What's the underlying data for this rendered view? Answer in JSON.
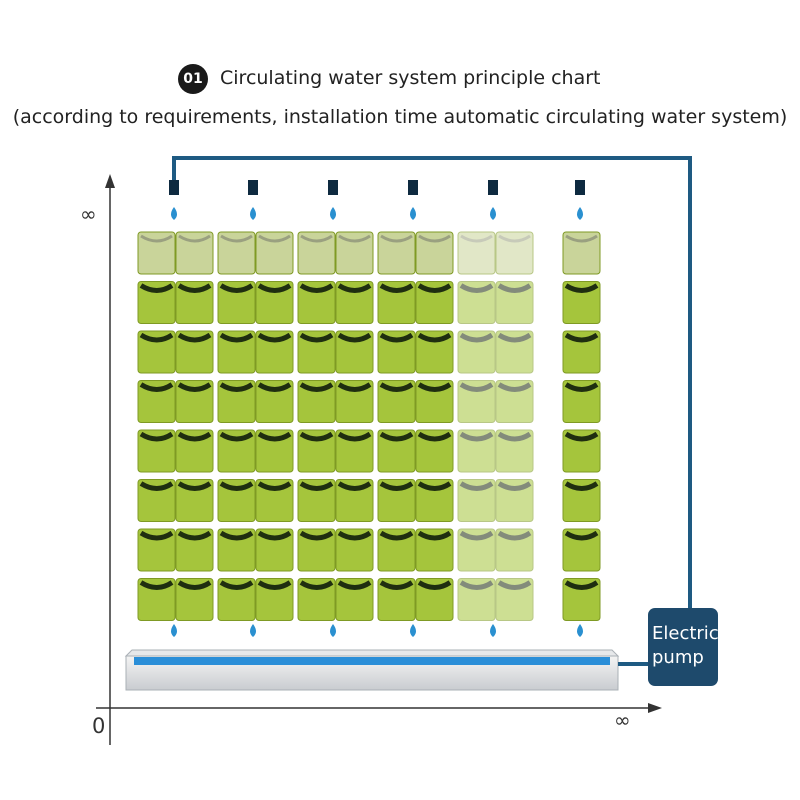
{
  "header": {
    "badge": "01",
    "title": "Circulating water system principle chart",
    "subtitle": "(according to requirements, installation time automatic circulating water system)"
  },
  "axes": {
    "y_label": "∞",
    "x_label": "∞",
    "origin_label": "0"
  },
  "pump": {
    "line1": "Electric",
    "line2": "pump"
  },
  "colors": {
    "pipe": "#1e5a82",
    "pump": "#1e4a6c",
    "pocket_green": "#a5c53c",
    "pocket_dark": "#1f2e10",
    "water_drop": "#2a90d0",
    "trough_water": "#2a8ed8"
  },
  "wall": {
    "panel_count": 6,
    "pocket_columns_per_panel": [
      2,
      2,
      2,
      2,
      2,
      1
    ],
    "pocket_rows": 8,
    "faded_panels": [
      5
    ]
  }
}
